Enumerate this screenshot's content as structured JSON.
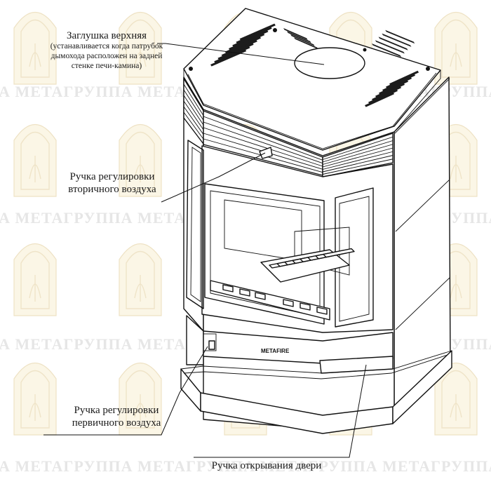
{
  "watermark": {
    "text": "ПА МЕТАГРУППА МЕТАГРУППА МЕТАГРУППА МЕТАГРУППА"
  },
  "labels": {
    "top_plug": {
      "title": "Заглушка верхняя",
      "note_lines": [
        "(устанавливается когда патрубок",
        "дымохода расположен на задней",
        "стенке печи-камина)"
      ]
    },
    "secondary_air": {
      "lines": [
        "Ручка регулировки",
        "вторичного воздуха"
      ]
    },
    "primary_air": {
      "lines": [
        "Ручка регулировки",
        "первичного воздуха"
      ]
    },
    "door_handle": {
      "lines": [
        "Ручка открывания двери"
      ]
    }
  },
  "brand_plate": "METAFIRE",
  "colors": {
    "line": "#111111",
    "watermark_text": "#e6e6e6",
    "emblem_fill": "#fbf6e6"
  }
}
